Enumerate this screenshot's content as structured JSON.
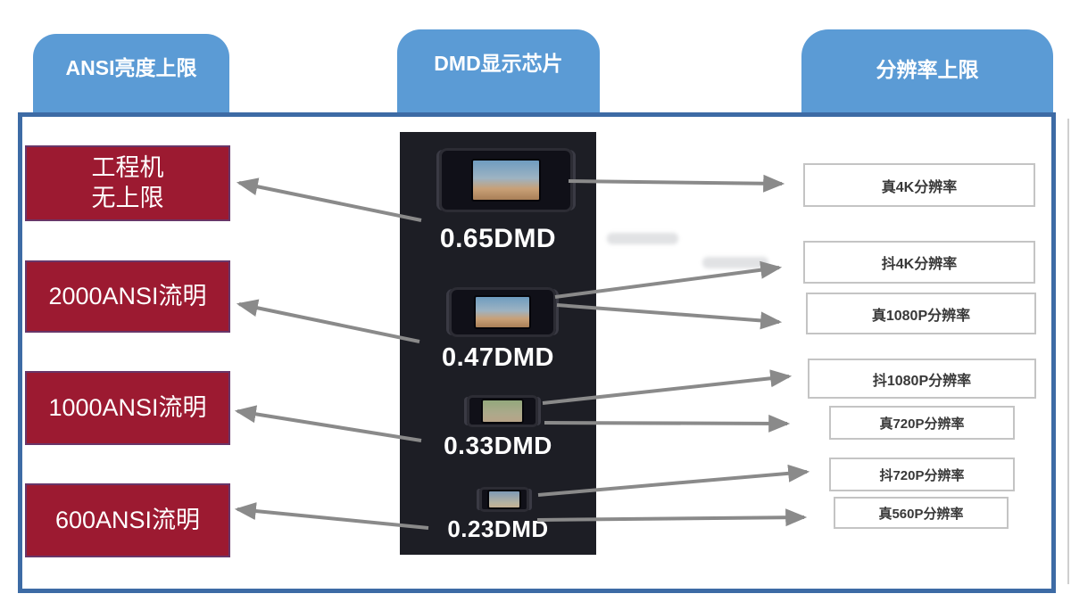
{
  "header": {
    "tabs": [
      {
        "id": "ansi",
        "label": "ANSI亮度上限"
      },
      {
        "id": "dmd",
        "label": "DMD显示芯片"
      },
      {
        "id": "resolution",
        "label": "分辨率上限"
      }
    ]
  },
  "brightness_column": {
    "items": [
      {
        "lines": [
          "工程机",
          "无上限"
        ]
      },
      {
        "lines": [
          "2000ANSI流明"
        ]
      },
      {
        "lines": [
          "1000ANSI流明"
        ]
      },
      {
        "lines": [
          "600ANSI流明"
        ]
      }
    ]
  },
  "dmd_column": {
    "chips": [
      {
        "label": "0.65DMD"
      },
      {
        "label": "0.47DMD"
      },
      {
        "label": "0.33DMD"
      },
      {
        "label": "0.23DMD"
      }
    ]
  },
  "resolution_column": {
    "items": [
      {
        "label": "真4K分辨率"
      },
      {
        "label": "抖4K分辨率"
      },
      {
        "label": "真1080P分辨率"
      },
      {
        "label": "抖1080P分辨率"
      },
      {
        "label": "真720P分辨率"
      },
      {
        "label": "抖720P分辨率"
      },
      {
        "label": "真560P分辨率"
      }
    ]
  },
  "colors": {
    "tab_blue": "#5B9BD5",
    "frame_blue": "#3D6BA5",
    "brightness_red": "#9C1A31",
    "panel_dark": "#1D1E25",
    "arrow_gray": "#8A8A8A"
  }
}
